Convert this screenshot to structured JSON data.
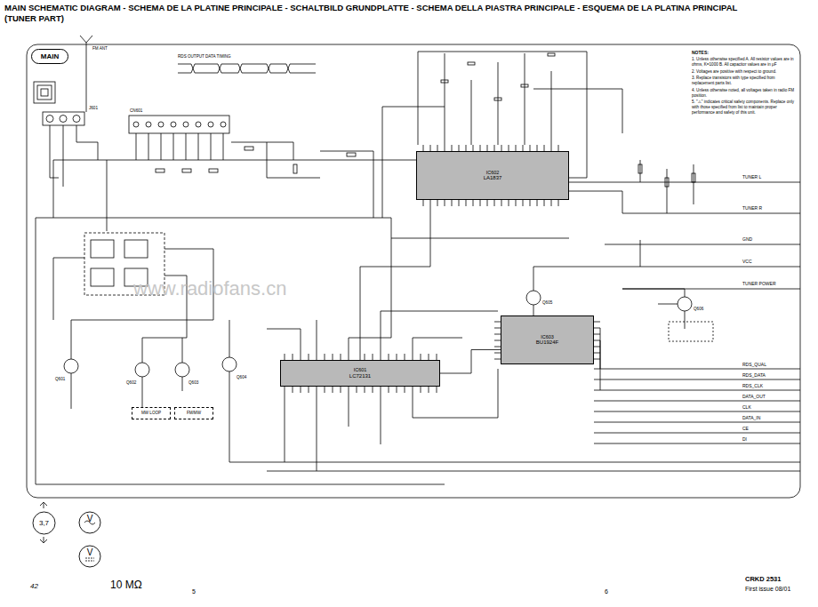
{
  "diagram": {
    "title": "MAIN SCHEMATIC DIAGRAM - SCHEMA DE LA PLATINE PRINCIPALE - SCHALTBILD GRUNDPLATTE - SCHEMA DELLA PIASTRA PRINCIPALE - ESQUEMA DE LA PLATINA PRINCIPAL",
    "nodes": [
      {
        "text": [
          "MAIN"
        ]
      },
      {
        "text": [
          "IC602",
          "LA1837"
        ]
      },
      {
        "text": [
          "IC601",
          "LC72131"
        ]
      },
      {
        "text": [
          "IC603",
          "BU1924F"
        ]
      },
      {
        "text": [
          "3,7"
        ]
      },
      {
        "text": [
          "V"
        ]
      },
      {
        "text": [
          "V"
        ]
      },
      {
        "text": [
          "MW LOOP"
        ]
      },
      {
        "text": [
          "FM/MW"
        ]
      }
    ],
    "edges": [
      {
        "from": 1,
        "to": 2,
        "arrow": "none"
      },
      {
        "from": 3,
        "to": 2,
        "arrow": "none"
      }
    ],
    "labels": [
      "(TUNER PART)",
      "RDS OUTPUT DATA TIMING",
      "NOTES:",
      "1. Unless otherwise specified A. All resistor values are in ohms, K=1000 B. All capacitor values are in μF",
      "2. Voltages are positive with respect to ground.",
      "3. Replace transistors with type specified from replacement parts list.",
      "4. Unless otherwise noted, all voltages taken in radio FM position.",
      "5. \"⚠\" indicates critical safety components. Replace only with those specified from list to maintain proper performance and safety of this unit.",
      "TUNER L",
      "TUNER R",
      "GND",
      "VCC",
      "TUNER POWER",
      "RDS_QUAL",
      "RDS_DATA",
      "RDS_CLK",
      "DATA_OUT",
      "CLK",
      "DATA_IN",
      "CE",
      "DI",
      "www.radiofans.cn",
      "42",
      "10 MΩ",
      "5",
      "6",
      "CRKD 2531",
      "First issue 08/01",
      "FM ANT",
      "J601",
      "CN601",
      "Q601",
      "Q602",
      "Q603",
      "Q604",
      "Q605",
      "Q606"
    ]
  }
}
